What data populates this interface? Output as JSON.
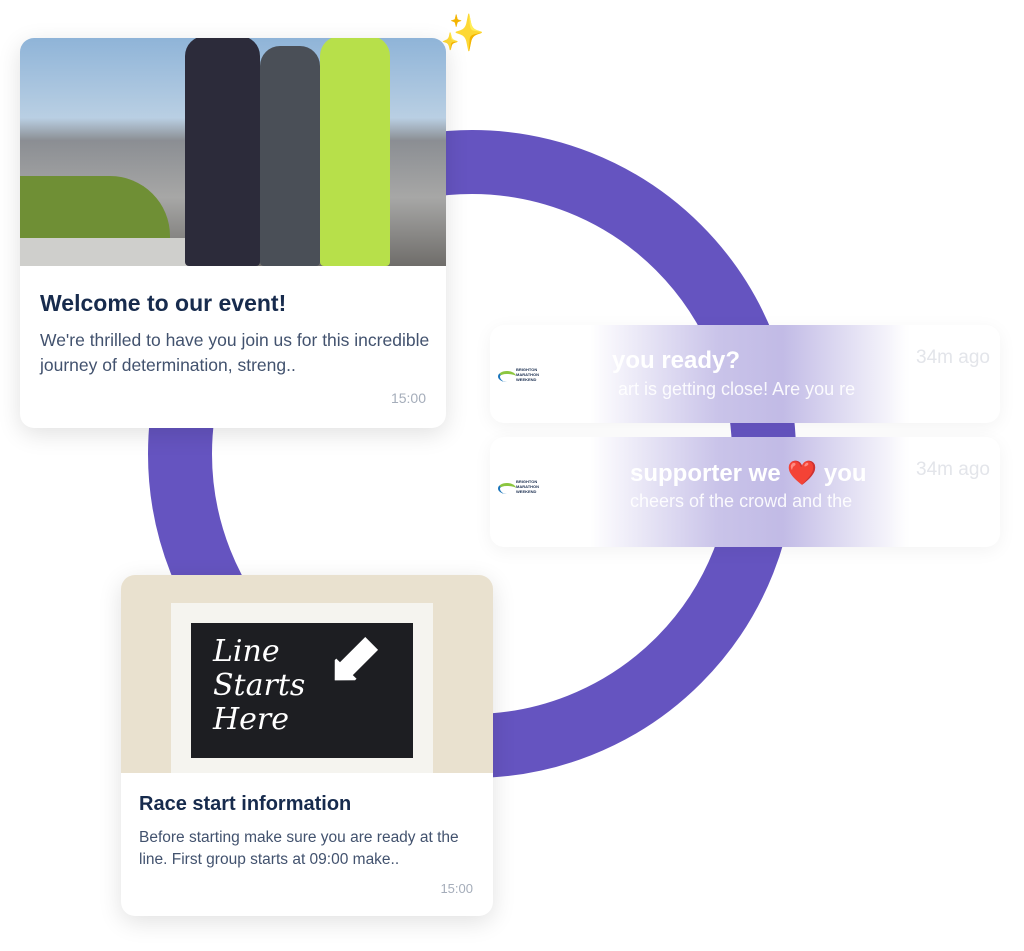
{
  "colors": {
    "ring": "#6554c0"
  },
  "card1": {
    "title": "Welcome to our event!",
    "body": "We're thrilled to have you join us for this incredible journey of determination, streng..",
    "time": "15:00"
  },
  "card2": {
    "title": "Race start information",
    "body": "Before starting make sure you are ready at the line. First group starts at 09:00 make..",
    "time": "15:00",
    "sign_text": [
      "Line",
      "Starts",
      "Here"
    ]
  },
  "notifications": [
    {
      "title": "you ready?",
      "body": "art is getting close! Are you re",
      "time": "34m ago",
      "logo": "BRIGHTON MARATHON WEEKEND"
    },
    {
      "title": "supporter we ❤️ you",
      "body": "cheers of the crowd and the",
      "time": "34m ago",
      "logo": "BRIGHTON MARATHON WEEKEND"
    }
  ]
}
